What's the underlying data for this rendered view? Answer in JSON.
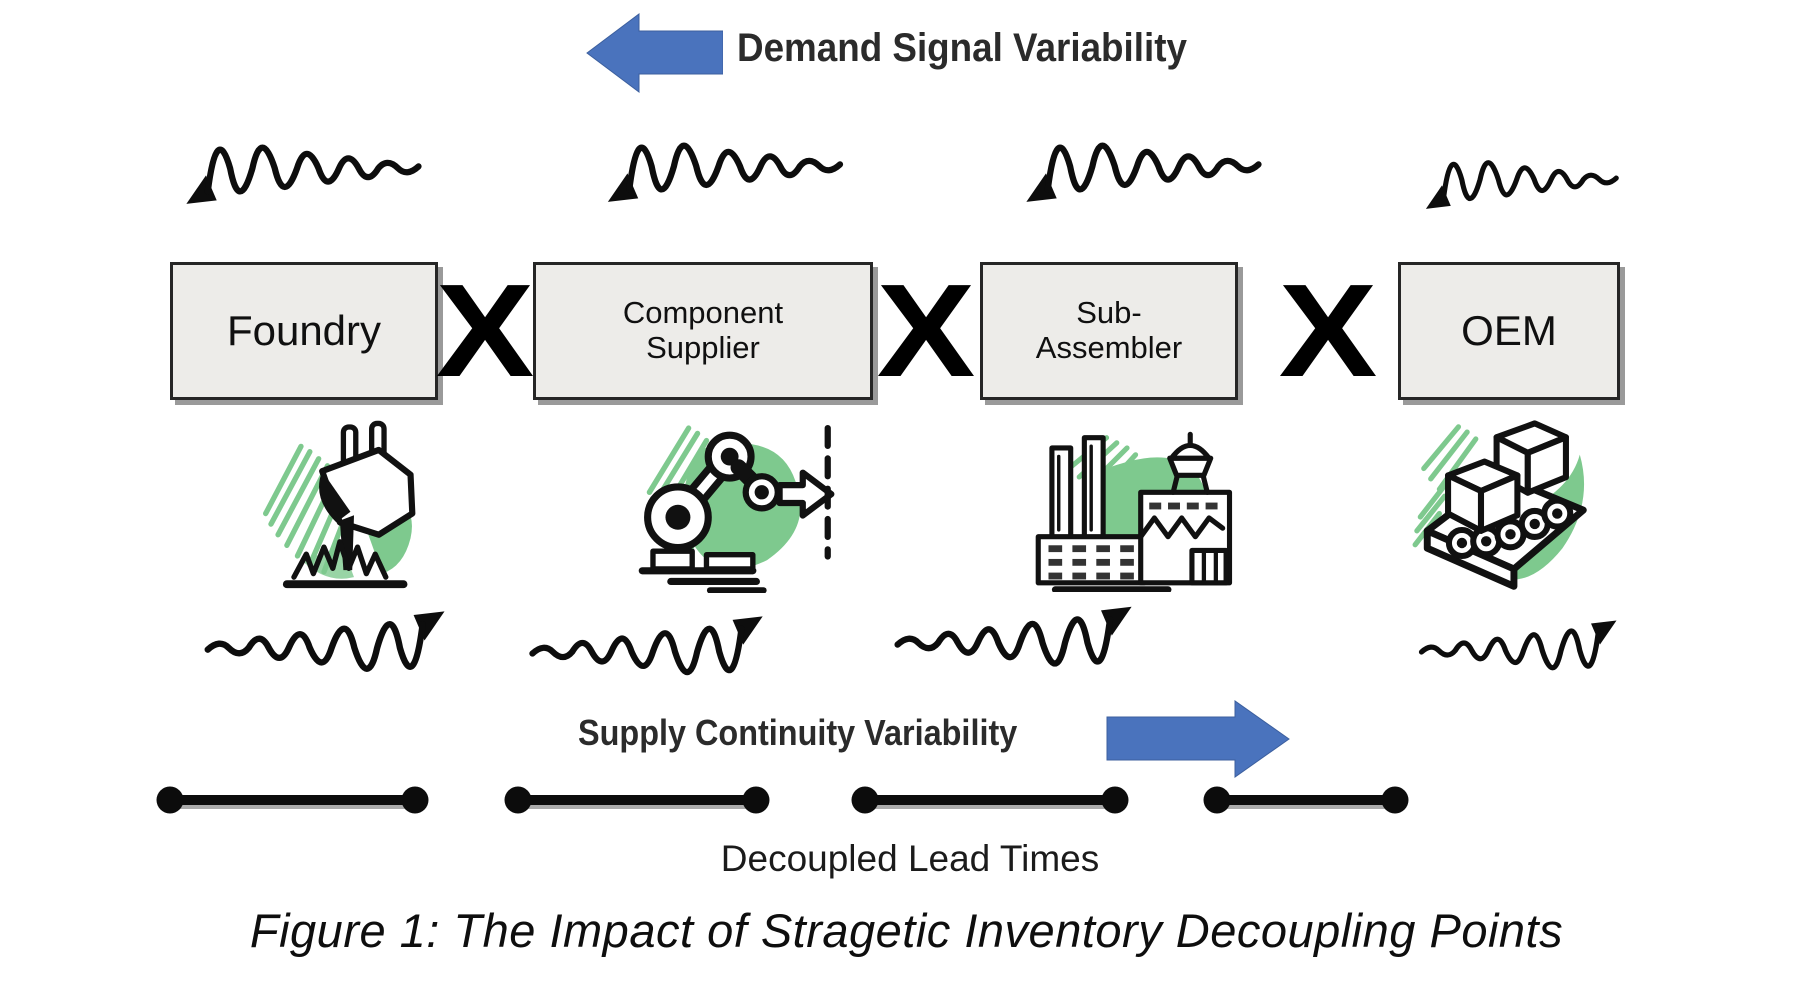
{
  "figure": {
    "caption": "Figure 1: The Impact of Stragetic Inventory Decoupling Points",
    "demand_flow": {
      "label": "Demand Signal Variability",
      "direction": "left",
      "arrow_icon": "left-block-arrow",
      "arrow_color": "#4a73bd"
    },
    "supply_flow": {
      "label": "Supply Continuity Variability",
      "direction": "right",
      "arrow_icon": "right-block-arrow",
      "arrow_color": "#4a73bd"
    },
    "lead_times": {
      "label": "Decoupled Lead Times"
    },
    "decoupling_marker": "X",
    "nodes": [
      {
        "label_lines": [
          "Foundry"
        ],
        "icon": "molten-metal-pouring-icon"
      },
      {
        "label_lines": [
          "Component",
          "Supplier"
        ],
        "icon": "robotic-arm-icon"
      },
      {
        "label_lines": [
          "Sub-",
          "Assembler"
        ],
        "icon": "factory-icon"
      },
      {
        "label_lines": [
          "OEM"
        ],
        "icon": "conveyor-boxes-icon"
      }
    ],
    "colors": {
      "arrow_blue": "#4a73bd",
      "accent_green": "#7ec98e",
      "box_fill": "#edece9",
      "ink": "#111111"
    }
  }
}
